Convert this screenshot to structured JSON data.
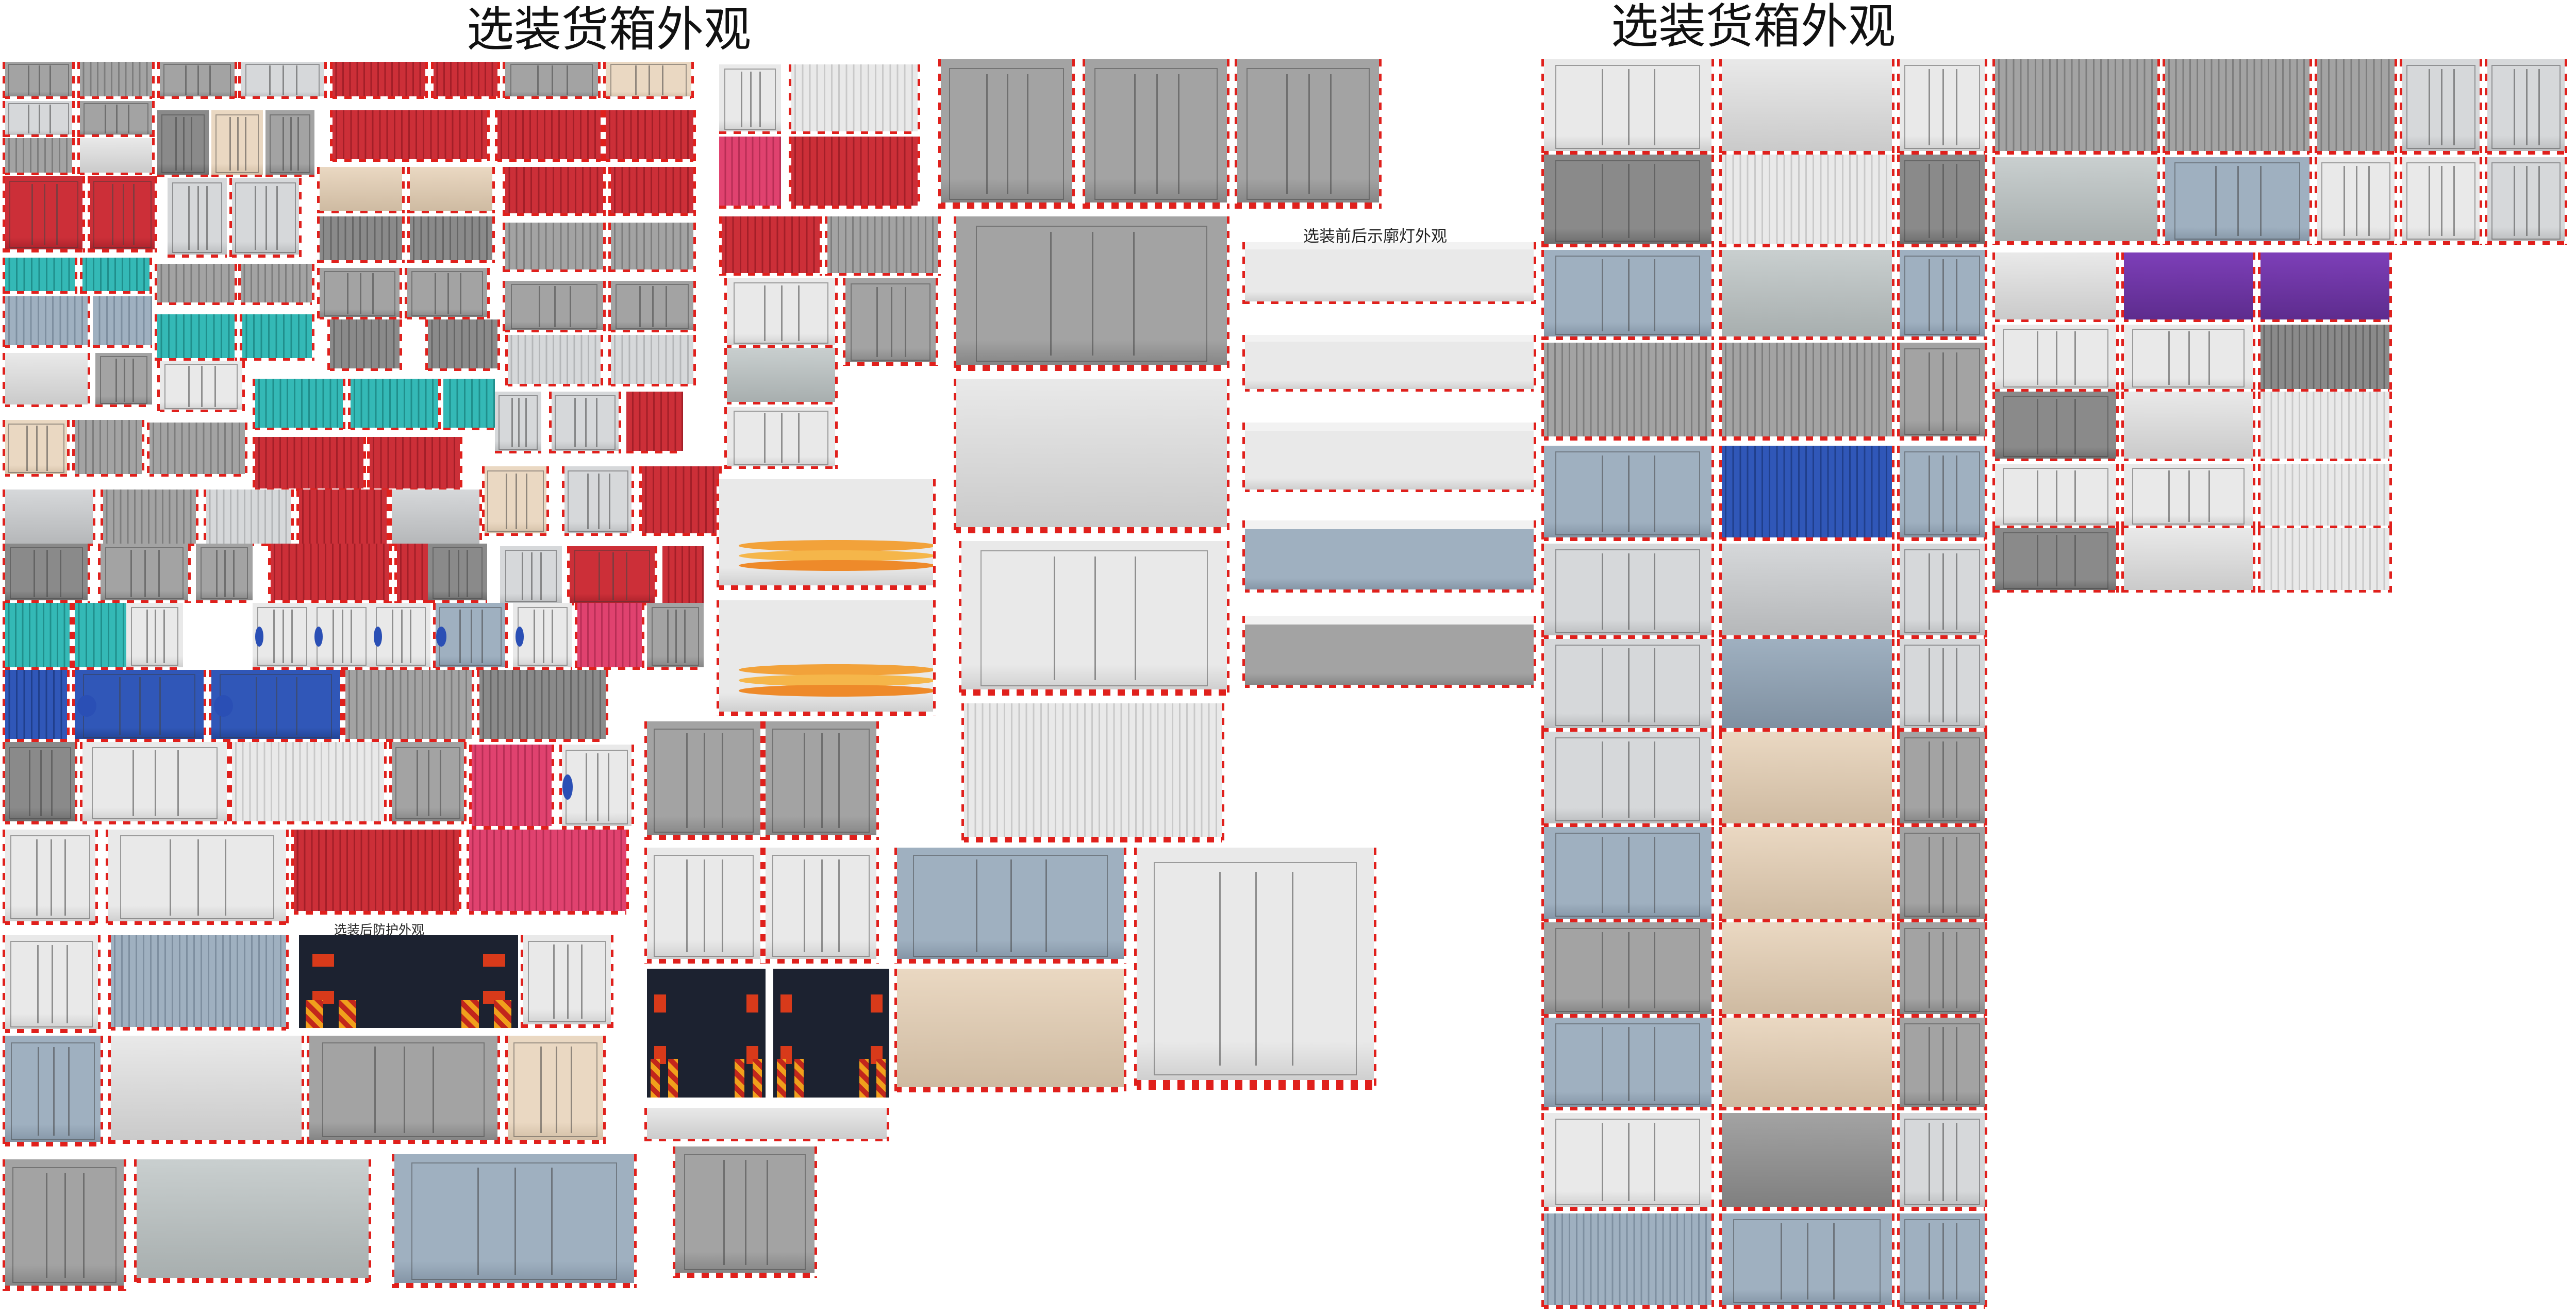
{
  "left_panel": {
    "title": "选装货箱外观",
    "rear_guard_caption": "选装后防护外观",
    "lamp_caption": "选装前后示廓灯外观"
  },
  "right_panel": {
    "title": "选装货箱外观"
  },
  "colors": {
    "background": "#ffffff",
    "reflective_red": "#e0201c",
    "panel_gray": "#9a9a9a",
    "panel_white": "#e8e8e8",
    "cargo_red": "#c8323a",
    "teal": "#2fb6b4",
    "blue": "#2c54b8",
    "purple": "#7a3db5",
    "beige": "#e9d8c4",
    "orange_swoosh": "#f2a23a"
  }
}
